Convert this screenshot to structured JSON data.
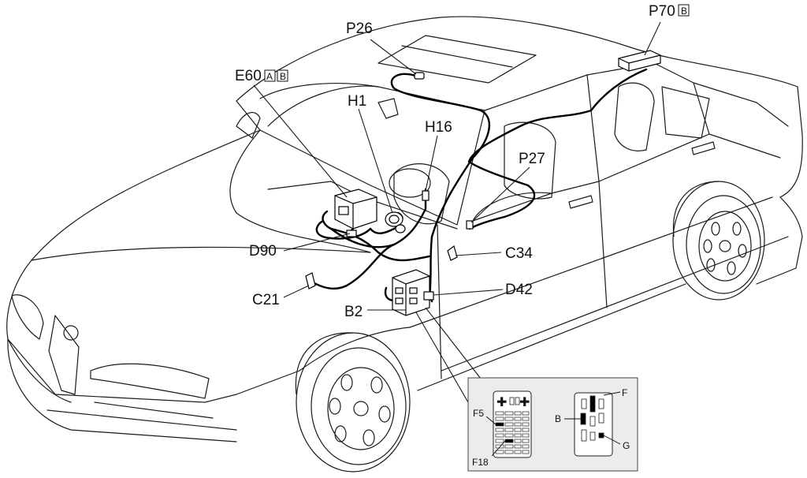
{
  "labels": {
    "p70": "P70",
    "p70_tag": "B",
    "p26": "P26",
    "e60": "E60",
    "e60_tag_a": "A",
    "e60_tag_b": "B",
    "h1": "H1",
    "h16": "H16",
    "p27": "P27",
    "d90": "D90",
    "c34": "C34",
    "c21": "C21",
    "d42": "D42",
    "b2": "B2"
  },
  "inset": {
    "f5": "F5",
    "f18": "F18",
    "b": "B",
    "f": "F",
    "g": "G"
  },
  "colors": {
    "line": "#1a1a1a",
    "wire": "#000000",
    "panel_bg": "#ffffff",
    "inset_bg": "#ececec"
  }
}
